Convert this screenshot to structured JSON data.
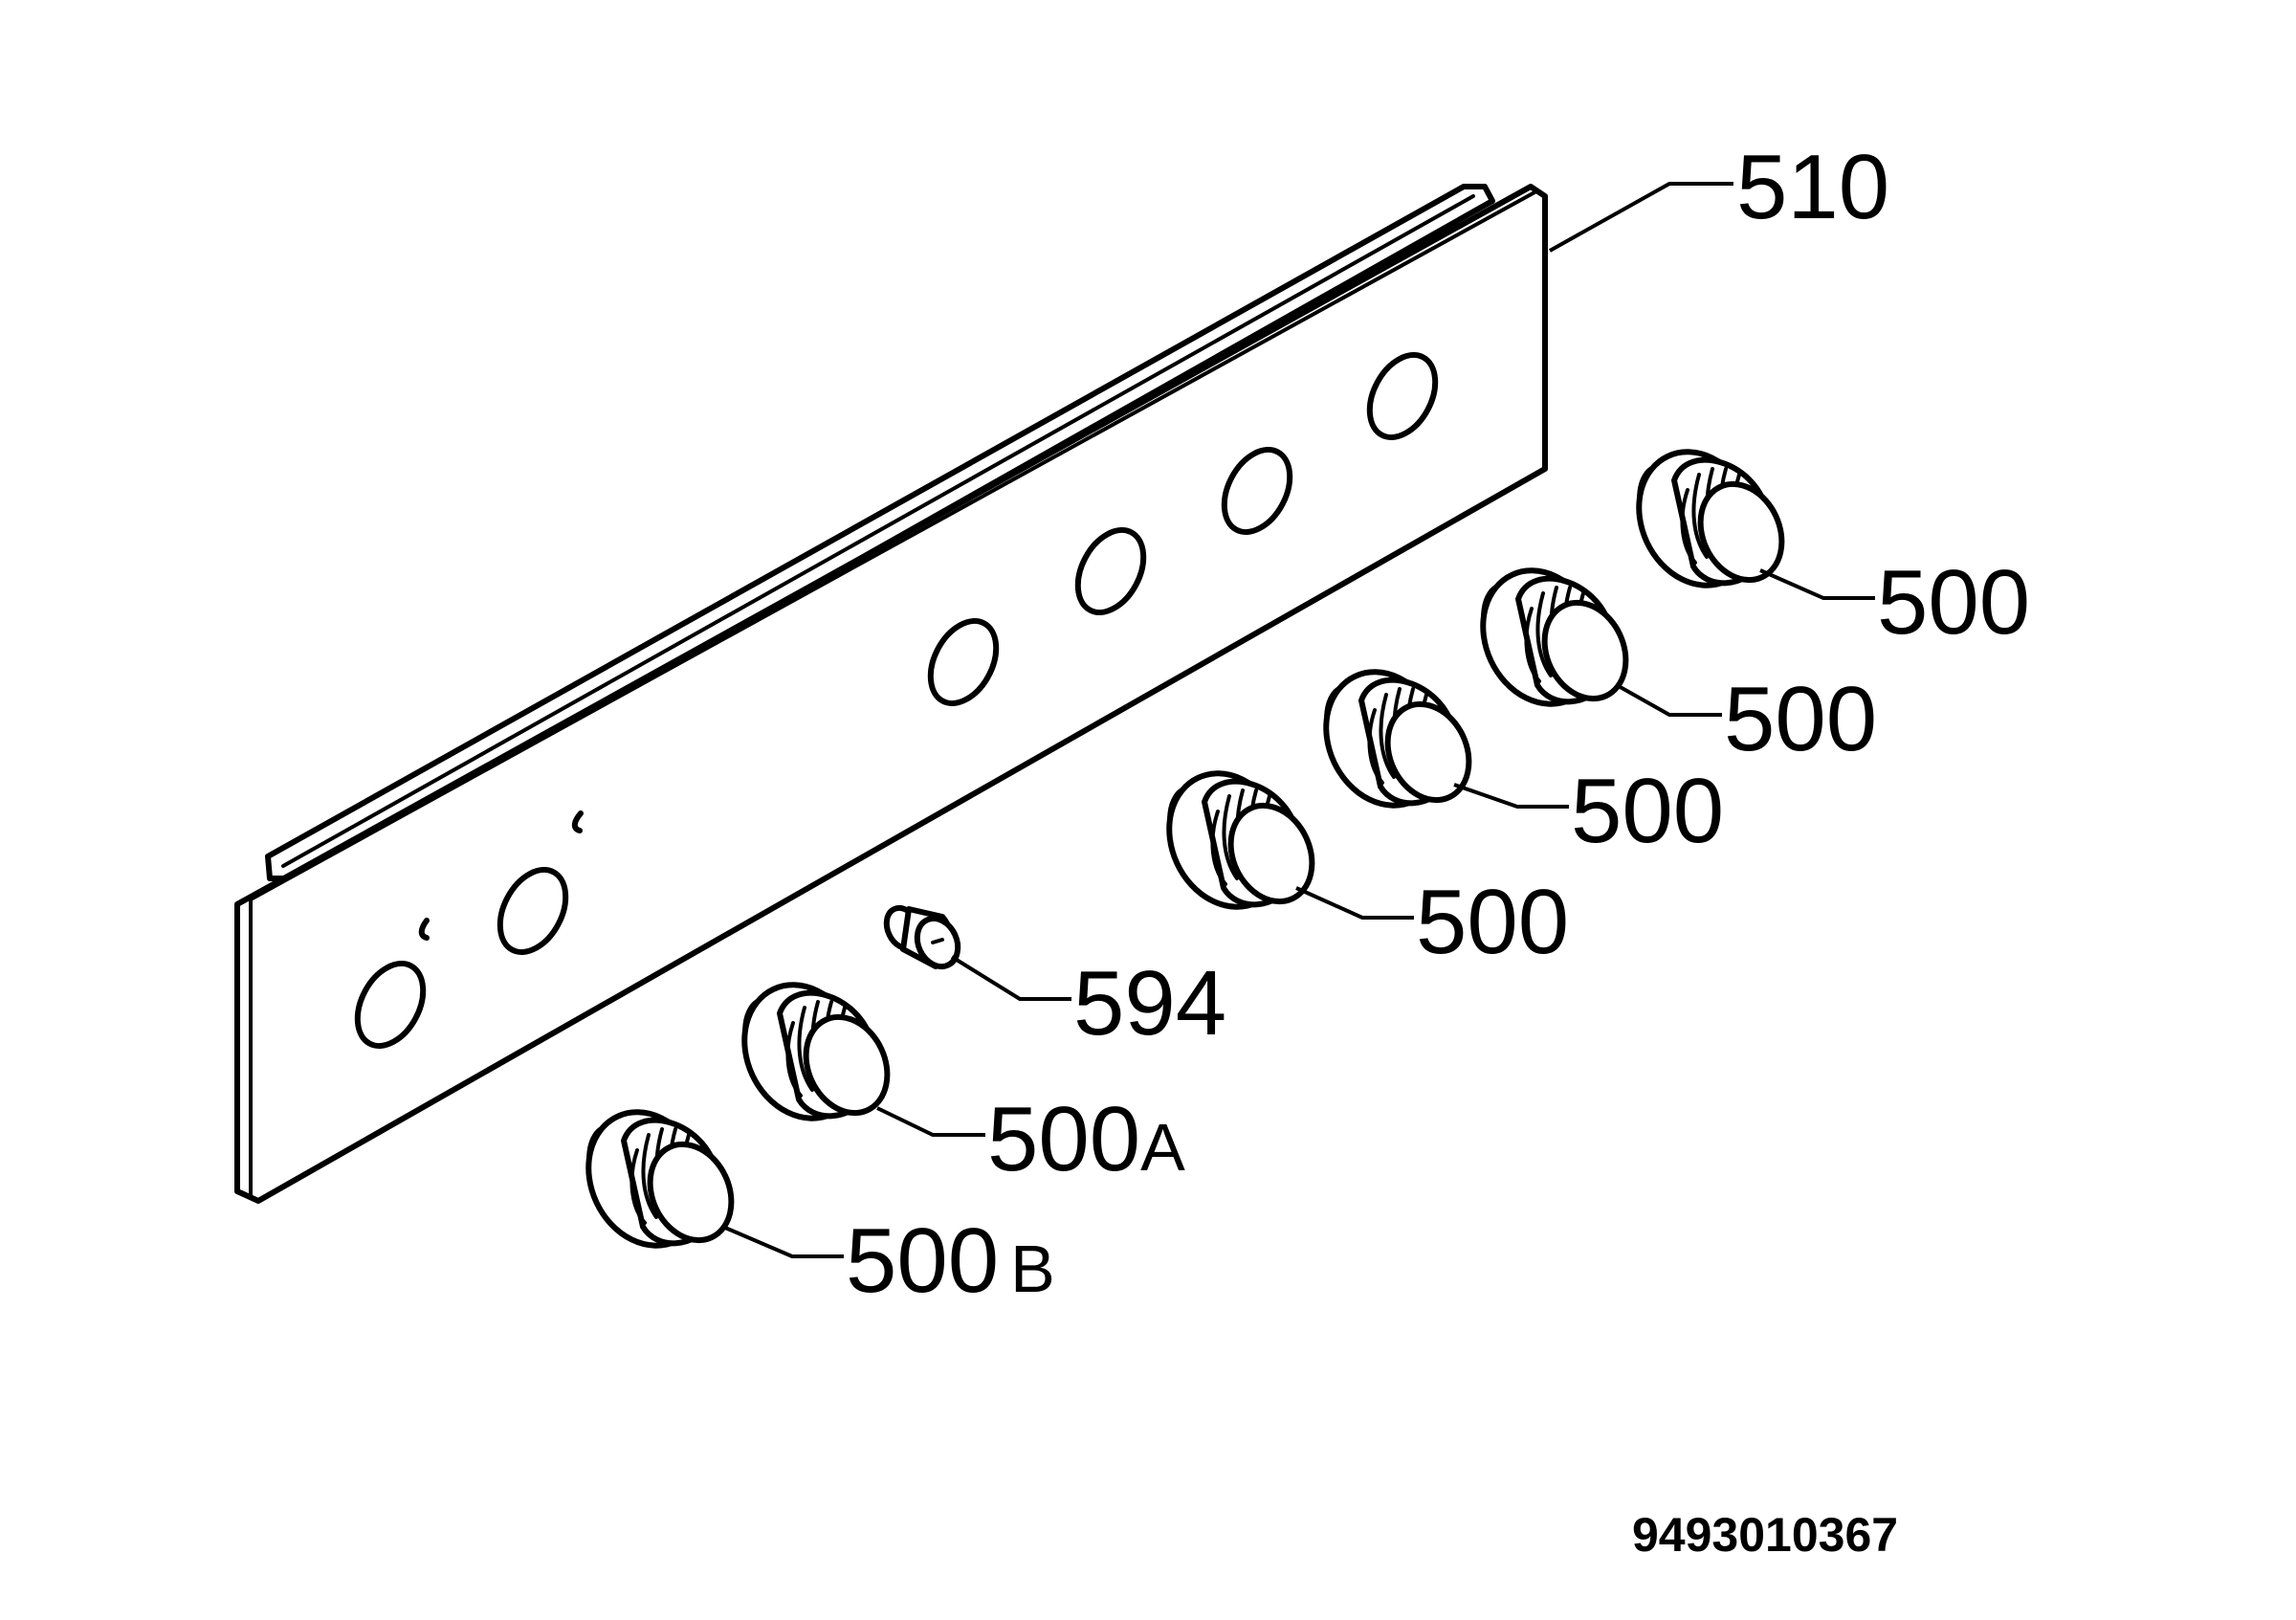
{
  "parts": {
    "panel": "510",
    "knob_1": "500",
    "knob_2": "500",
    "knob_3": "500",
    "knob_4": "500",
    "knob_a": "500",
    "knob_a_suffix": "A",
    "knob_b": "500",
    "knob_b_suffix": "B",
    "spacer": "594"
  },
  "drawing_number": "9493010367"
}
